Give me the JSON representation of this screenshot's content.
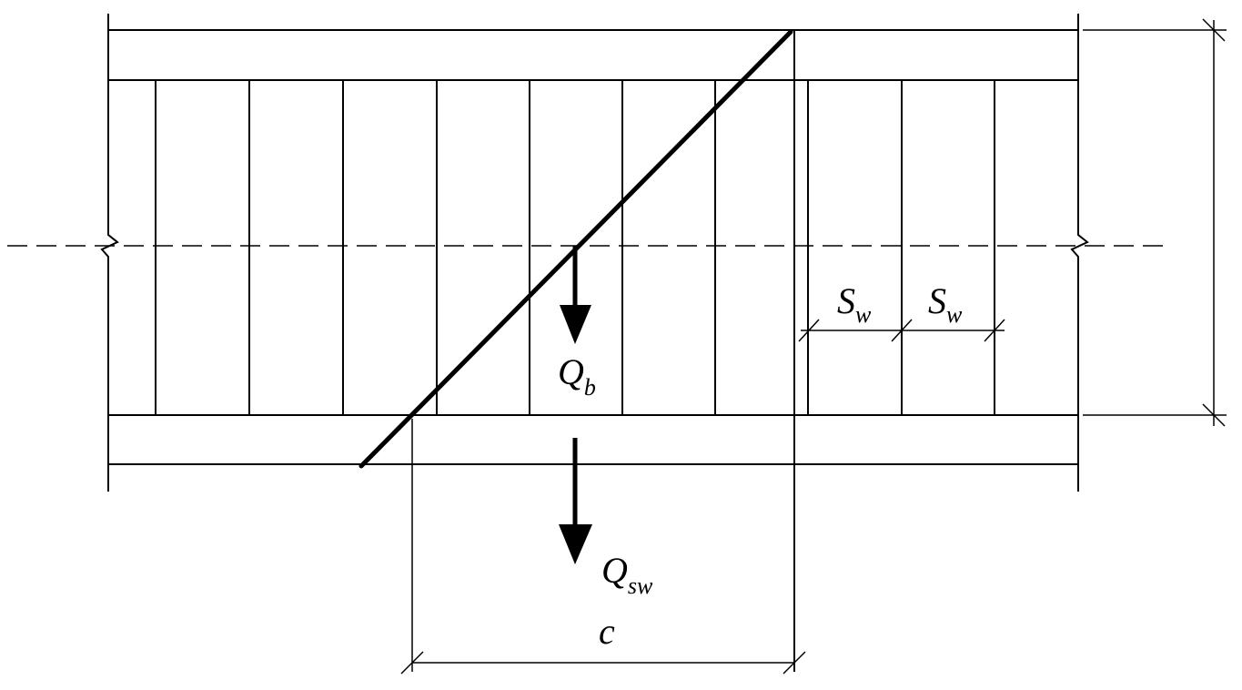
{
  "labels": {
    "qb_main": "Q",
    "qb_sub": "b",
    "qsw_main": "Q",
    "qsw_sub": "sw",
    "c": "c",
    "sw1_main": "S",
    "sw1_sub": "w",
    "sw2_main": "S",
    "sw2_sub": "w"
  },
  "colors": {
    "stroke": "#000000",
    "background": "#ffffff"
  }
}
